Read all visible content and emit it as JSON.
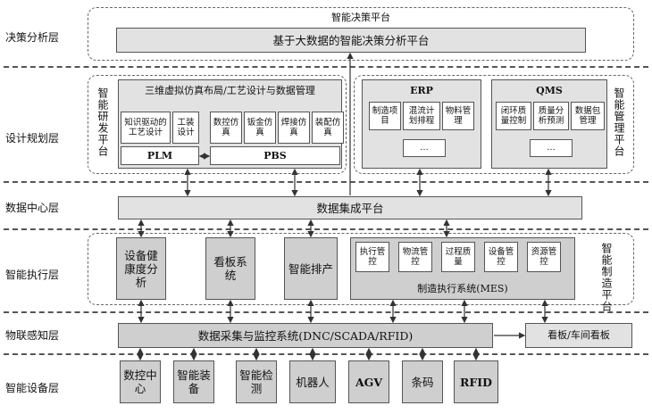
{
  "layers": {
    "decision": "决策分析层",
    "design": "设计规划层",
    "datacenter": "数据中心层",
    "execution": "智能执行层",
    "iot": "物联感知层",
    "equipment": "智能设备层"
  },
  "decision_platform": {
    "title": "智能决策平台",
    "box": "基于大数据的智能决策分析平台"
  },
  "rd_platform": {
    "label": "智能研发平台",
    "header": "三维虚拟仿真布局/工艺设计与数据管理",
    "knowledge": "知识驱动的工艺设计",
    "tooling": "工装设计",
    "plm": "PLM",
    "pbs": "PBS",
    "sims": [
      "数控仿真",
      "钣金仿真",
      "焊接仿真",
      "装配仿真"
    ]
  },
  "mgmt_platform": {
    "label": "智能管理平台",
    "erp": {
      "title": "ERP",
      "items": [
        "制造项目",
        "混流计划排程",
        "物料管理"
      ],
      "more": "…"
    },
    "qms": {
      "title": "QMS",
      "items": [
        "闭环质量控制",
        "质量分析预测",
        "数据包管理"
      ],
      "more": "…"
    }
  },
  "data_integration": "数据集成平台",
  "mfg_platform": {
    "label": "智能制造平台",
    "health": "设备健康度分析",
    "kanban": "看板系统",
    "scheduling": "智能排产",
    "mes_title": "制造执行系统(MES)",
    "mes_items": [
      "执行管控",
      "物流管控",
      "过程质量",
      "设备管控",
      "资源管控"
    ]
  },
  "iot": {
    "acquisition": "数据采集与监控系统(DNC/SCADA/RFID)",
    "board": "看板/车间看板"
  },
  "equipment": [
    "数控中心",
    "智能装备",
    "智能检测",
    "机器人",
    "AGV",
    "条码",
    "RFID"
  ],
  "colors": {
    "box_light": "#e2e2e2",
    "box_mid": "#cfcfcf",
    "line": "#444444"
  }
}
